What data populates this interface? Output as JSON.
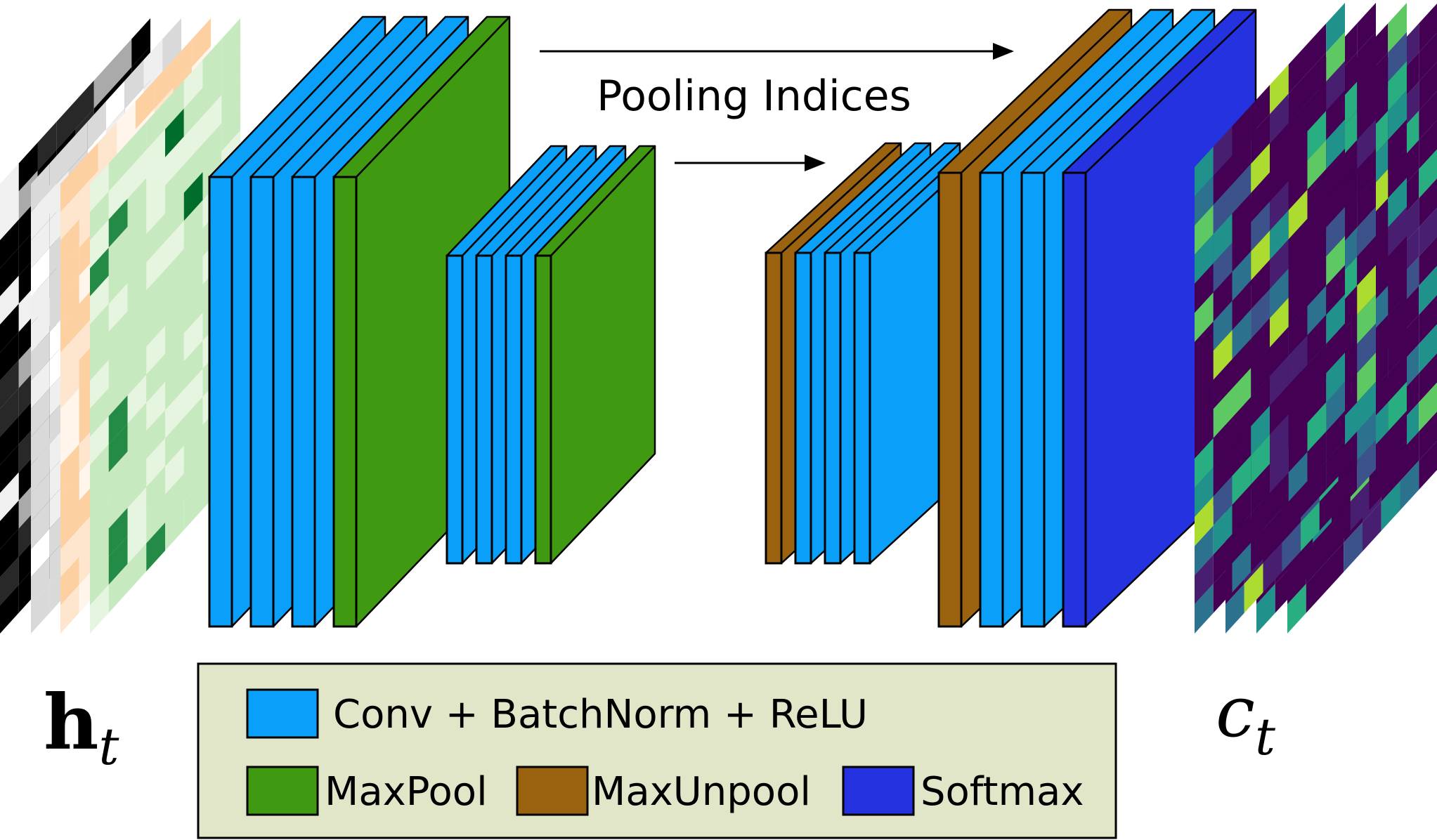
{
  "input_label": {
    "base": "h",
    "sub": "t"
  },
  "output_label": {
    "base": "c",
    "sub": "t"
  },
  "pooling_label": "Pooling Indices",
  "colors": {
    "conv": "#0a9ff9",
    "maxpool": "#3f9a12",
    "maxunpool": "#9b6210",
    "softmax": "#2432e0",
    "legend_bg": "#e2e6c8",
    "input_maps": [
      "#000000",
      "#d9d9d9",
      "#fdd0a2",
      "#c7e9c0"
    ],
    "output_map": "#440154"
  },
  "legend": {
    "items": [
      {
        "label": "Conv + BatchNorm + ReLU",
        "color_key": "conv"
      },
      {
        "label": "MaxPool",
        "color_key": "maxpool"
      },
      {
        "label": "MaxUnpool",
        "color_key": "maxunpool"
      },
      {
        "label": "Softmax",
        "color_key": "softmax"
      }
    ]
  },
  "network": {
    "encoder_block_1": [
      "conv",
      "conv",
      "conv",
      "maxpool"
    ],
    "encoder_block_2": [
      "conv",
      "conv",
      "conv",
      "maxpool"
    ],
    "decoder_block_1": [
      "maxunpool",
      "conv",
      "conv",
      "conv"
    ],
    "decoder_block_2": [
      "maxunpool",
      "conv",
      "conv",
      "softmax"
    ]
  }
}
